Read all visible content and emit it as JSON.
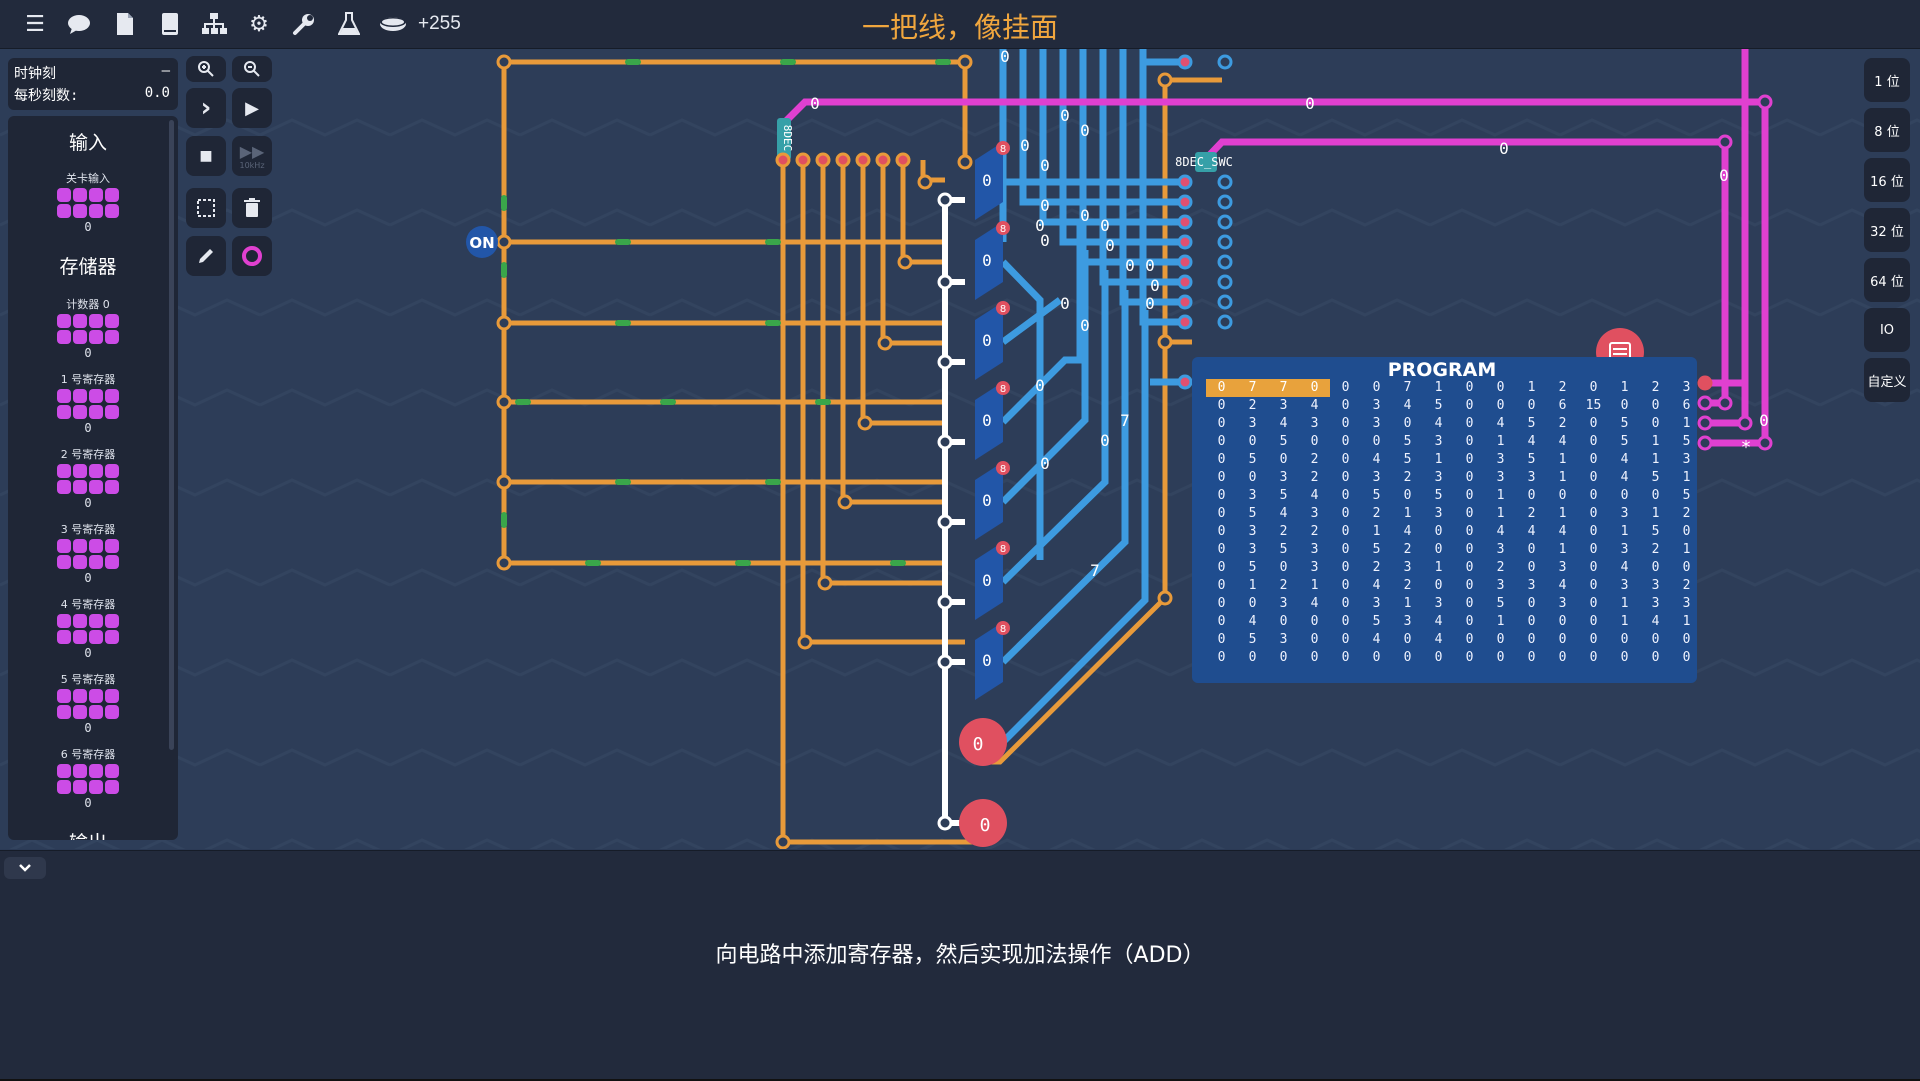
{
  "topbar": {
    "icons": [
      "menu-icon",
      "chat-icon",
      "document-icon",
      "book-icon",
      "hierarchy-icon",
      "gear-icon",
      "wrench-icon",
      "flask-icon",
      "coin-icon"
    ],
    "coins": "+255",
    "level_title": "一把线，像挂面"
  },
  "clock": {
    "label": "时钟刻",
    "dash": "–",
    "rate_label": "每秒刻数:",
    "rate_value": "0.0"
  },
  "components": {
    "input_title": "输入",
    "level_input_label": "关卡输入",
    "level_input_value": "0",
    "storage_title": "存储器",
    "counter_label": "计数器 0",
    "counter_value": "0",
    "registers": [
      {
        "label": "1 号寄存器",
        "value": "0"
      },
      {
        "label": "2 号寄存器",
        "value": "0"
      },
      {
        "label": "3 号寄存器",
        "value": "0"
      },
      {
        "label": "4 号寄存器",
        "value": "0"
      },
      {
        "label": "5 号寄存器",
        "value": "0"
      },
      {
        "label": "6 号寄存器",
        "value": "0"
      }
    ],
    "output_title": "输出"
  },
  "tools": {
    "zoom_in": "zoom-in-icon",
    "zoom_out": "zoom-out-icon",
    "step": "›",
    "play": "▶",
    "stop": "■",
    "fast": "10kHz",
    "select": "select-icon",
    "delete": "trash-icon",
    "pencil": "pencil-icon",
    "ring": "ring-icon"
  },
  "bit_buttons": [
    "1 位",
    "8 位",
    "16 位",
    "32 位",
    "64 位",
    "IO",
    "自定义"
  ],
  "circuit": {
    "on_label": "ON",
    "decoder_label": "8DEC",
    "decoder_swc_label": "8DEC_SWC",
    "wire_values": [
      "0",
      "0",
      "0",
      "0",
      "0",
      "0",
      "0",
      "0",
      "0",
      "0",
      "0",
      "0",
      "0",
      "0",
      "0",
      "0",
      "0",
      "0",
      "0",
      "0",
      "0",
      "0",
      "7",
      "7",
      "0",
      "0",
      "0"
    ],
    "register_badge": "8",
    "outputs": [
      "0",
      "0"
    ],
    "star": "*"
  },
  "program": {
    "title": "PROGRAM",
    "highlight_count": 4,
    "rows": [
      [
        "0",
        "7",
        "7",
        "0",
        "0",
        "0",
        "7",
        "1",
        "0",
        "0",
        "1",
        "2",
        "0",
        "1",
        "2",
        "3"
      ],
      [
        "0",
        "2",
        "3",
        "4",
        "0",
        "3",
        "4",
        "5",
        "0",
        "0",
        "0",
        "6",
        "15",
        "0",
        "0",
        "6"
      ],
      [
        "0",
        "3",
        "4",
        "3",
        "0",
        "3",
        "0",
        "4",
        "0",
        "4",
        "5",
        "2",
        "0",
        "5",
        "0",
        "1"
      ],
      [
        "0",
        "0",
        "5",
        "0",
        "0",
        "0",
        "5",
        "3",
        "0",
        "1",
        "4",
        "4",
        "0",
        "5",
        "1",
        "5"
      ],
      [
        "0",
        "5",
        "0",
        "2",
        "0",
        "4",
        "5",
        "1",
        "0",
        "3",
        "5",
        "1",
        "0",
        "4",
        "1",
        "3"
      ],
      [
        "0",
        "0",
        "3",
        "2",
        "0",
        "3",
        "2",
        "3",
        "0",
        "3",
        "3",
        "1",
        "0",
        "4",
        "5",
        "1"
      ],
      [
        "0",
        "3",
        "5",
        "4",
        "0",
        "5",
        "0",
        "5",
        "0",
        "1",
        "0",
        "0",
        "0",
        "0",
        "0",
        "5"
      ],
      [
        "0",
        "5",
        "4",
        "3",
        "0",
        "2",
        "1",
        "3",
        "0",
        "1",
        "2",
        "1",
        "0",
        "3",
        "1",
        "2"
      ],
      [
        "0",
        "3",
        "2",
        "2",
        "0",
        "1",
        "4",
        "0",
        "0",
        "4",
        "4",
        "4",
        "0",
        "1",
        "5",
        "0"
      ],
      [
        "0",
        "3",
        "5",
        "3",
        "0",
        "5",
        "2",
        "0",
        "0",
        "3",
        "0",
        "1",
        "0",
        "3",
        "2",
        "1"
      ],
      [
        "0",
        "5",
        "0",
        "3",
        "0",
        "2",
        "3",
        "1",
        "0",
        "2",
        "0",
        "3",
        "0",
        "4",
        "0",
        "0"
      ],
      [
        "0",
        "1",
        "2",
        "1",
        "0",
        "4",
        "2",
        "0",
        "0",
        "3",
        "3",
        "4",
        "0",
        "3",
        "3",
        "2"
      ],
      [
        "0",
        "0",
        "3",
        "4",
        "0",
        "3",
        "1",
        "3",
        "0",
        "5",
        "0",
        "3",
        "0",
        "1",
        "3",
        "3"
      ],
      [
        "0",
        "4",
        "0",
        "0",
        "0",
        "5",
        "3",
        "4",
        "0",
        "1",
        "0",
        "0",
        "0",
        "1",
        "4",
        "1"
      ],
      [
        "0",
        "5",
        "3",
        "0",
        "0",
        "4",
        "0",
        "4",
        "0",
        "0",
        "0",
        "0",
        "0",
        "0",
        "0",
        "0"
      ],
      [
        "0",
        "0",
        "0",
        "0",
        "0",
        "0",
        "0",
        "0",
        "0",
        "0",
        "0",
        "0",
        "0",
        "0",
        "0",
        "0"
      ]
    ]
  },
  "bottom": {
    "instruction": "向电路中添加寄存器，然后实现加法操作（ADD）"
  },
  "colors": {
    "orange_wire": "#e89a3a",
    "blue_wire": "#3d9be0",
    "magenta_wire": "#e040d0",
    "white_bus": "#ffffff",
    "red_node": "#e05060",
    "chip_purple": "#cc4ce6"
  }
}
